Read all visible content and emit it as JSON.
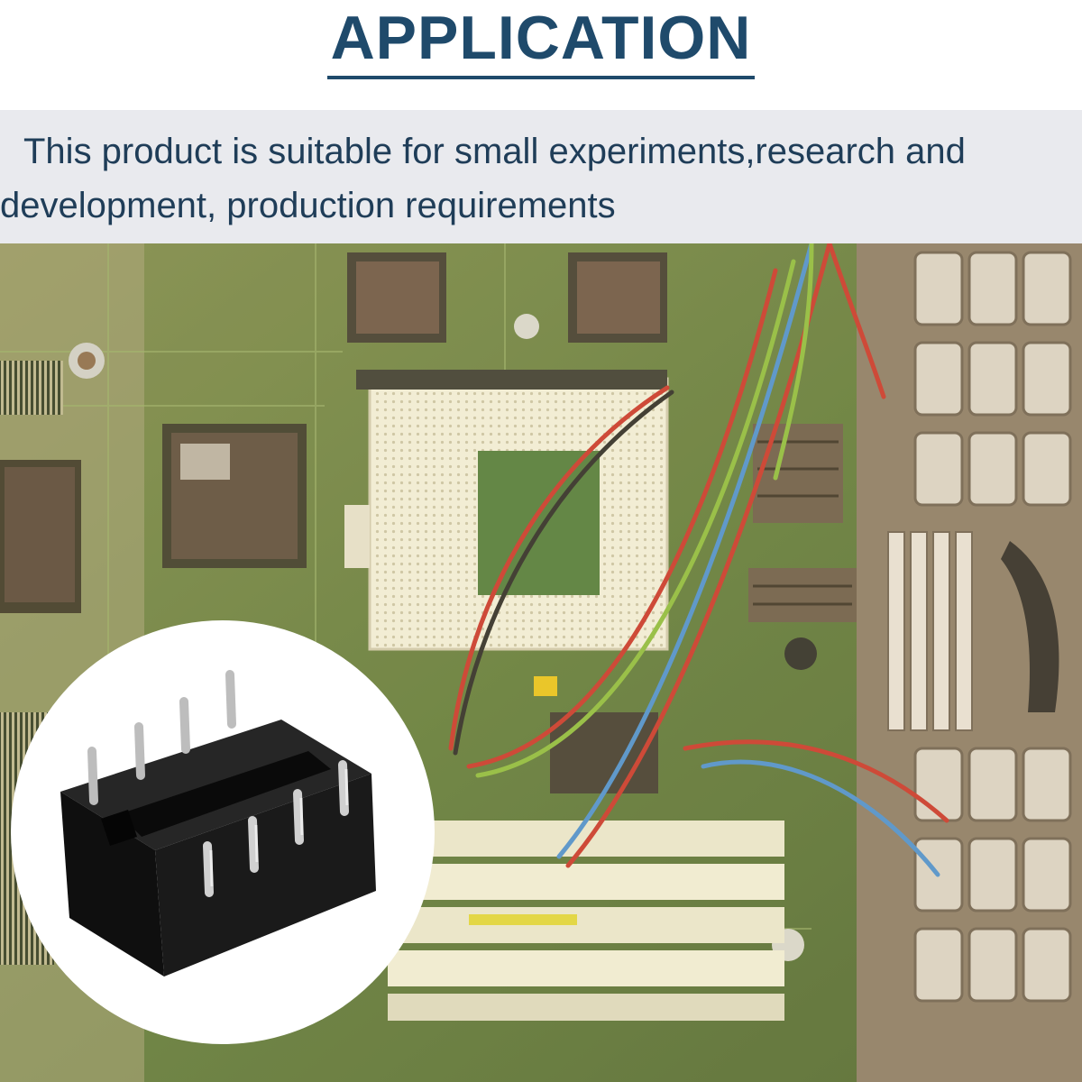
{
  "header": {
    "title": "APPLICATION"
  },
  "description": {
    "text": "This product is suitable for small experiments,research and development, production requirements"
  },
  "colors": {
    "title": "#1f4a6b",
    "band": "#e9eaee",
    "description": "#1f3d58"
  },
  "images": {
    "background": "motherboard-photo",
    "inset": "dip-8-ic-socket"
  }
}
